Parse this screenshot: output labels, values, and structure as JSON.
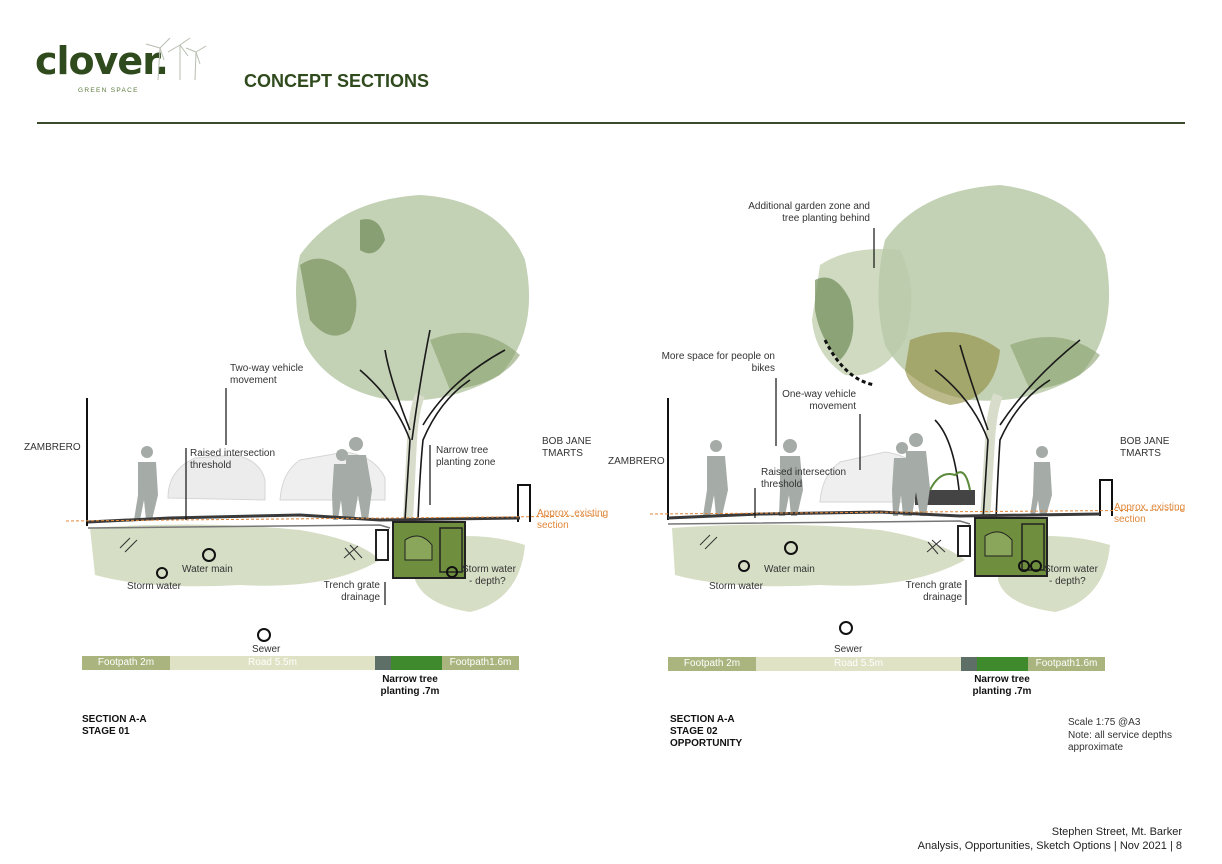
{
  "header": {
    "logo": "clover.",
    "logo_sub": "GREEN SPACE",
    "title": "CONCEPT SECTIONS"
  },
  "section1": {
    "left_building": "ZAMBRERO",
    "right_building_1": "BOB JANE",
    "right_building_2": "TMARTS",
    "two_way_1": "Two-way vehicle",
    "two_way_2": "movement",
    "raised_1": "Raised intersection",
    "raised_2": "threshold",
    "narrow_zone_1": "Narrow tree",
    "narrow_zone_2": "planting zone",
    "approx_1": "Approx. existing",
    "approx_2": "section",
    "water_main": "Water main",
    "storm_water": "Storm water",
    "trench_1": "Trench grate",
    "trench_2": "drainage",
    "storm_depth_1": "Storm water",
    "storm_depth_2": "- depth?",
    "sewer": "Sewer",
    "footpath_left": "Footpath 2m",
    "road": "Road 5.5m",
    "footpath_right": "Footpath1.6m",
    "planting_1": "Narrow tree",
    "planting_2": "planting .7m",
    "caption_1": "SECTION A-A",
    "caption_2": "STAGE 01"
  },
  "section2": {
    "left_building": "ZAMBRERO",
    "right_building_1": "BOB JANE",
    "right_building_2": "TMARTS",
    "garden_1": "Additional garden zone and",
    "garden_2": "tree planting behind",
    "bikes_1": "More space for people on",
    "bikes_2": "bikes",
    "one_way_1": "One-way vehicle",
    "one_way_2": "movement",
    "raised_1": "Raised intersection",
    "raised_2": "threshold",
    "approx_1": "Approx. existing",
    "approx_2": "section",
    "water_main": "Water main",
    "storm_water": "Storm water",
    "trench_1": "Trench grate",
    "trench_2": "drainage",
    "storm_depth_1": "Storm water",
    "storm_depth_2": "- depth?",
    "sewer": "Sewer",
    "footpath_left": "Footpath 2m",
    "road": "Road 5.5m",
    "footpath_right": "Footpath1.6m",
    "planting_1": "Narrow tree",
    "planting_2": "planting .7m",
    "caption_1": "SECTION A-A",
    "caption_2": "STAGE 02",
    "caption_3": "OPPORTUNITY"
  },
  "notes": {
    "scale": "Scale 1:75 @A3",
    "note_1": "Note: all service depths",
    "note_2": "approximate"
  },
  "footer": {
    "location": "Stephen Street, Mt. Barker",
    "doc": "Analysis, Opportunities, Sketch Options | Nov 2021 |  8"
  },
  "colors": {
    "brand_green": "#2f4a1c",
    "footpath": "#a9b47e",
    "road": "#dfe2c4",
    "kerb": "#5e6f68",
    "planting": "#3f8a2c",
    "annotation_orange": "#e0873a"
  }
}
